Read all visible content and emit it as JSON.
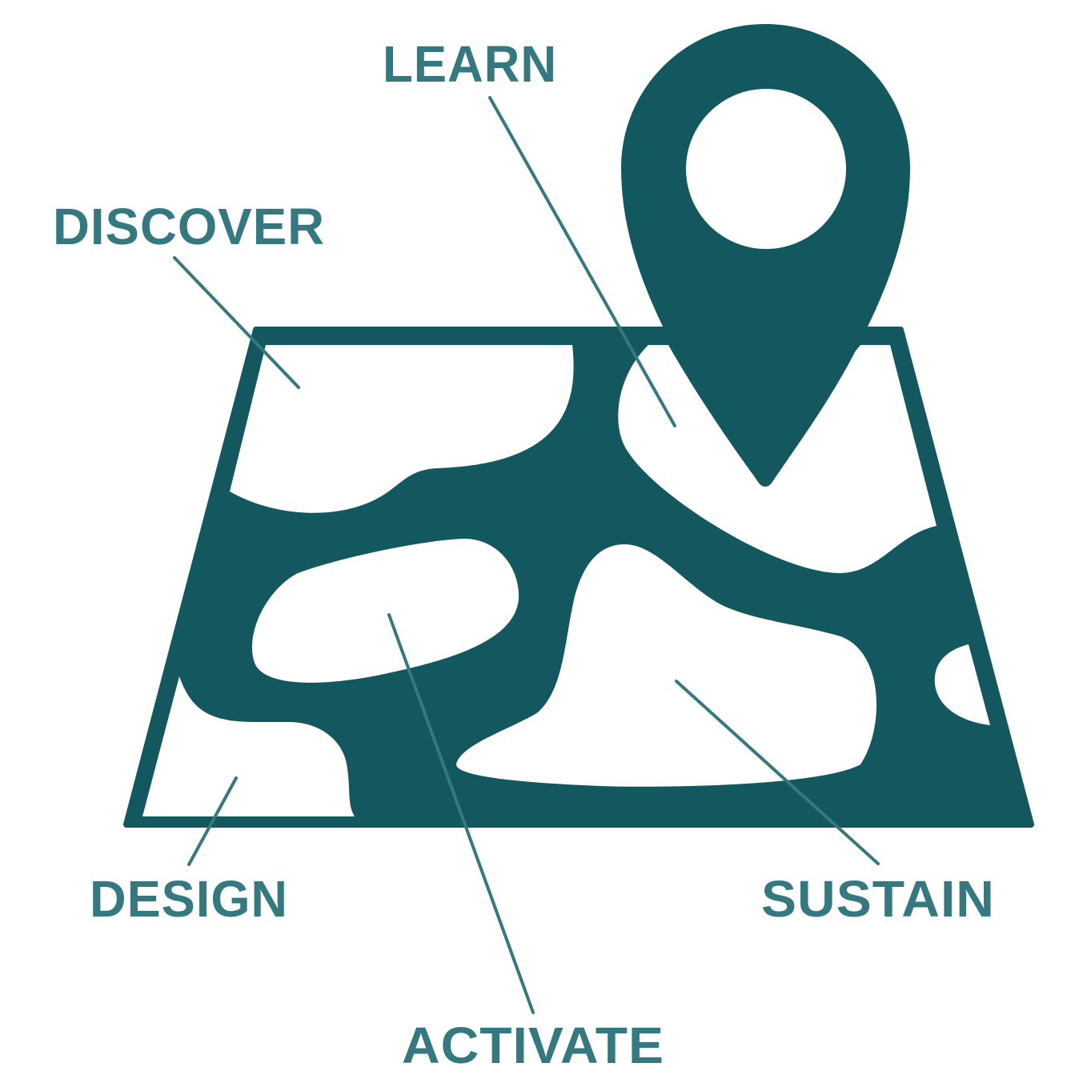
{
  "colors": {
    "map_fill": "#13575F",
    "label_text": "#34797F",
    "leader_line": "#34797F",
    "background": "#FFFFFF"
  },
  "icons": {
    "map": "folded-map-icon",
    "pin": "location-pin-icon"
  },
  "stages": {
    "learn": "LEARN",
    "discover": "DISCOVER",
    "design": "DESIGN",
    "activate": "ACTIVATE",
    "sustain": "SUSTAIN"
  }
}
